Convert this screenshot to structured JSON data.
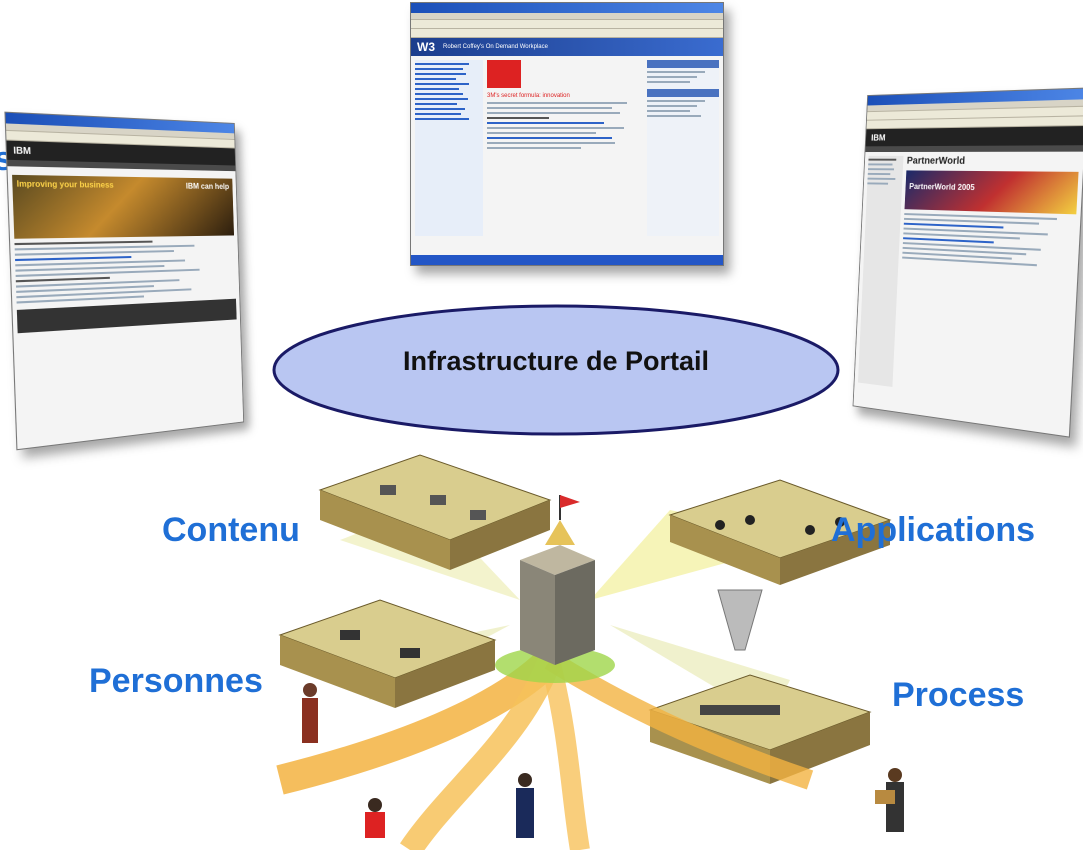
{
  "center": {
    "label": "Infrastructure de Portail"
  },
  "labels": {
    "contenu": "Contenu",
    "applications": "Applications",
    "personnes": "Personnes",
    "process": "Process",
    "partial_left": "s"
  },
  "screens": {
    "top_heading": "Robert Coffey's On Demand Workplace",
    "top_logo": "W3",
    "top_story": "3M's secret formula: innovation",
    "left_logo": "IBM",
    "left_hero": "Improving your business",
    "left_tag": "IBM can help",
    "right_logo": "IBM",
    "right_heading": "PartnerWorld",
    "right_banner": "PartnerWorld 2005"
  },
  "colors": {
    "label_blue": "#1f6fd6",
    "ellipse_fill": "#b9c6f2",
    "ellipse_stroke": "#1a1a66"
  }
}
